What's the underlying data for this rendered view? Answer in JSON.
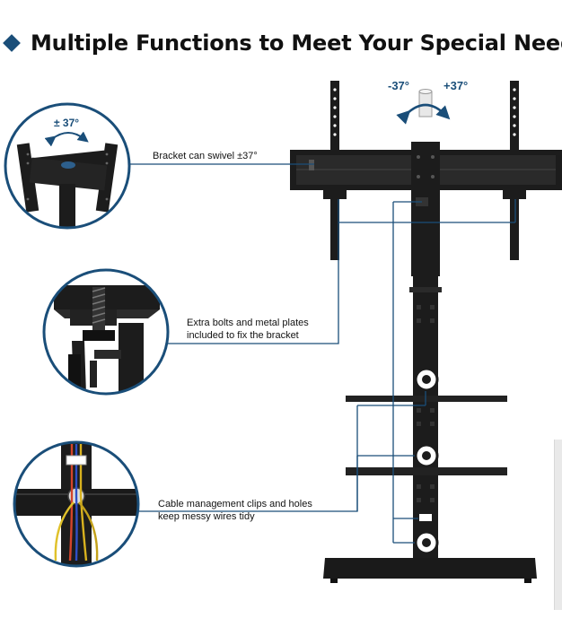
{
  "header": {
    "title": "Multiple Functions to Meet Your Special Needs"
  },
  "callouts": {
    "swivel": "Bracket can swivel ±37°",
    "bolts_line1": "Extra bolts and metal plates",
    "bolts_line2": "included to fix the bracket",
    "cables_line1": "Cable management clips and holes",
    "cables_line2": "keep messy wires tidy"
  },
  "angles": {
    "circle": "± 37°",
    "left": "-37°",
    "right": "+37°"
  },
  "colors": {
    "accent": "#1a4e79",
    "product": "#1c1c1c"
  }
}
